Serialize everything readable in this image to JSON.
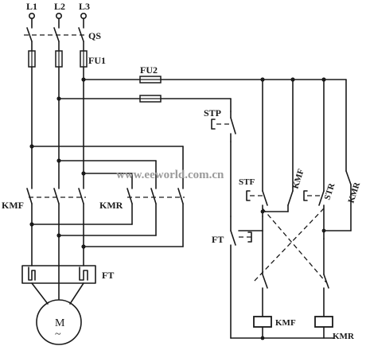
{
  "labels": {
    "l1": "L1",
    "l2": "L2",
    "l3": "L3",
    "qs": "QS",
    "fu1": "FU1",
    "fu2": "FU2",
    "stp": "STP",
    "stf_top": "STF",
    "kmf_aux": "KMF",
    "str": "STR",
    "kmr_aux": "KMR",
    "kmf_main": "KMF",
    "kmr_main": "KMR",
    "ft_contact": "FT",
    "ft_relay": "FT",
    "motor": "M",
    "motor_sym": "~",
    "coil_kmf": "KMF",
    "coil_kmr": "KMR"
  },
  "watermark": "www.eeworld.com.cn"
}
